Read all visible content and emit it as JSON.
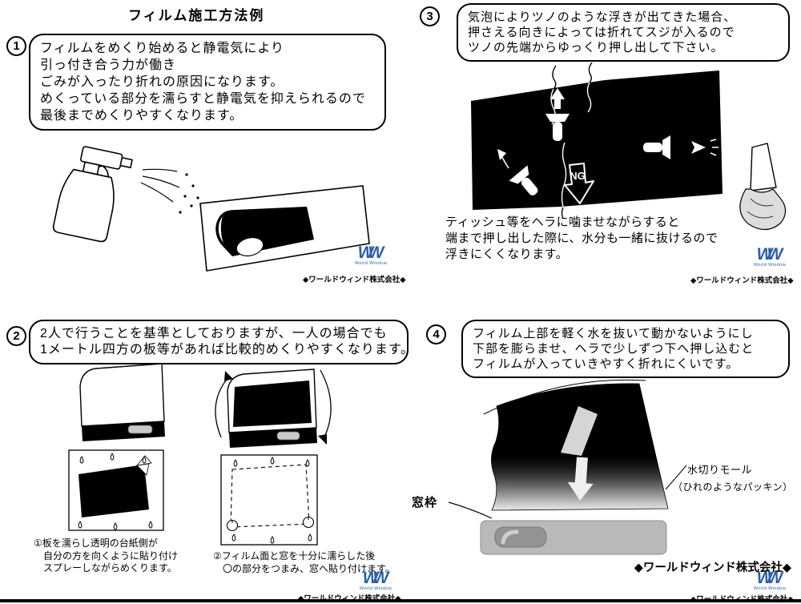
{
  "page": {
    "title": "フィルム施工方法例"
  },
  "company": {
    "name": "◆ワールドウィンド株式会社◆",
    "logo_mark": "WW",
    "logo_caption": "World Window"
  },
  "steps": {
    "s1": {
      "number": "1",
      "lines": [
        "フィルムをめくり始めると静電気により",
        "引っ付き合う力が働き",
        "ごみが入ったり折れの原因になります。",
        "めくっている部分を濡らすと静電気を抑えられるので",
        "最後までめくりやすくなります。"
      ]
    },
    "s2": {
      "number": "2",
      "lines": [
        "2人で行うことを基準としておりますが、一人の場合でも",
        "1メートル四方の板等があれば比較的めくりやすくなります。"
      ],
      "caption1": [
        "①板を濡らし透明の台紙側が",
        "　自分の方を向くように貼り付け",
        "　スプレーしながらめくります。"
      ],
      "caption2": [
        "②フィルム面と窓を十分に濡らした後",
        "　〇の部分をつまみ、窓へ貼り付けます。"
      ]
    },
    "s3": {
      "number": "3",
      "lines": [
        "気泡によりツノのような浮きが出てきた場合、",
        "押さえる向きによっては折れてスジが入るので",
        "ツノの先端からゆっくり押し出して下さい。"
      ],
      "ng": "NG",
      "note": [
        "ティッシュ等をヘラに噛ませながらすると",
        "端まで押し出した際に、水分も一緒に抜けるので",
        "浮きにくくなります。"
      ]
    },
    "s4": {
      "number": "4",
      "lines": [
        "フィルム上部を軽く水を抜いて動かないようにし",
        "下部を膨らませ、ヘラで少しずつ下へ押し込むと",
        "フィルムが入っていきやすく折れにくいです。"
      ],
      "frame_label": "窓枠",
      "molding_label": "水切りモール",
      "molding_sub": "（ひれのようなパッキン）"
    }
  }
}
